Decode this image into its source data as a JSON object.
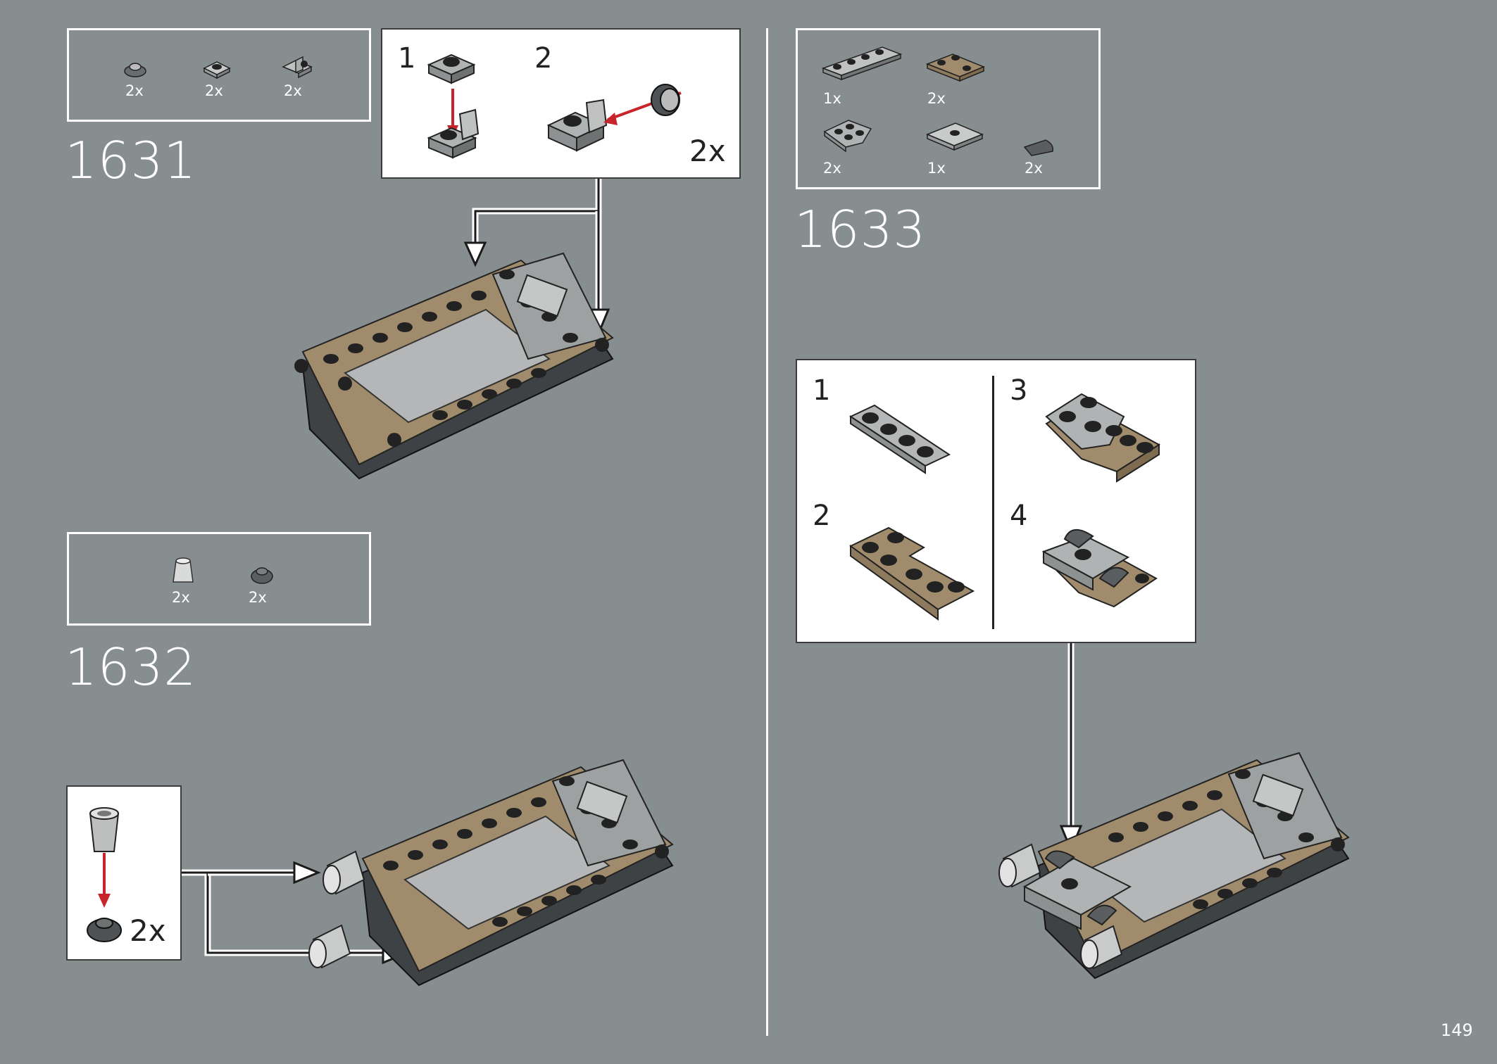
{
  "page": {
    "number": "149"
  },
  "colors": {
    "background": "#878e8f",
    "tan": "#a08c6c",
    "light_gray": "#b5b8b8",
    "dark_gray": "#5b5e60",
    "red_arrow": "#c8242b"
  },
  "steps": [
    {
      "number": "1631",
      "parts": [
        {
          "qty": "2x",
          "icon": "round-plate-icon"
        },
        {
          "qty": "2x",
          "icon": "plate-1x1-icon"
        },
        {
          "qty": "2x",
          "icon": "bracket-icon"
        }
      ],
      "subassembly": {
        "step1": "1",
        "step2": "2",
        "multiplier": "2x"
      }
    },
    {
      "number": "1632",
      "parts": [
        {
          "qty": "2x",
          "icon": "cone-icon"
        },
        {
          "qty": "2x",
          "icon": "round-plate-dark-icon"
        }
      ],
      "subassembly": {
        "multiplier": "2x"
      }
    },
    {
      "number": "1633",
      "parts": [
        {
          "qty": "1x",
          "icon": "plate-1x4-icon"
        },
        {
          "qty": "2x",
          "icon": "tan-corner-plate-icon"
        },
        {
          "qty": "2x",
          "icon": "wedge-plate-icon"
        },
        {
          "qty": "1x",
          "icon": "jumper-plate-icon"
        },
        {
          "qty": "2x",
          "icon": "curved-slope-icon"
        }
      ],
      "subassembly": {
        "step1": "1",
        "step2": "2",
        "step3": "3",
        "step4": "4"
      }
    }
  ]
}
